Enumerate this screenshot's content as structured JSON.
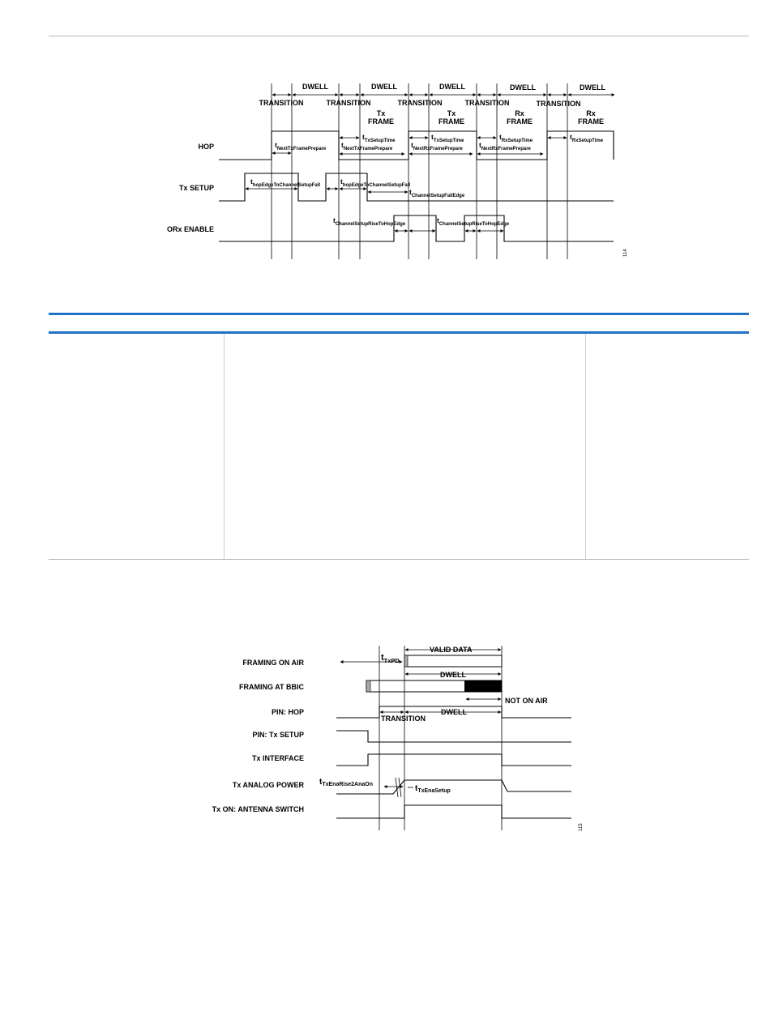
{
  "figure1": {
    "row_labels": {
      "hop": "HOP",
      "tx_setup": "Tx SETUP",
      "orx_enable": "ORx ENABLE"
    },
    "dwell": "DWELL",
    "transition": "TRANSITION",
    "tx_frame": [
      "Tx",
      "FRAME"
    ],
    "rx_frame": [
      "Rx",
      "FRAME"
    ],
    "timing": {
      "next_tx_frame_prepare": {
        "main": "t",
        "sub": "NextTxFramePrepare"
      },
      "tx_setup_time": {
        "main": "t",
        "sub": "TxSetupTime"
      },
      "next_rx_frame_prepare": {
        "main": "t",
        "sub": "NextRxFramePrepare"
      },
      "rx_setup_time": {
        "main": "t",
        "sub": "RxSetupTime"
      },
      "hop_edge_to_channel_setup_fall": {
        "main": "t",
        "sub": "hopEdgeToChannelSetupFall"
      },
      "channel_setup_fall_edge": {
        "main": "t",
        "sub": "ChannelSetupFallEdge"
      },
      "channel_setup_rise_to_hop_edge": {
        "main": "t",
        "sub": "ChannelSetupRiseToHopEdge"
      }
    },
    "figure_id": "114"
  },
  "figure2": {
    "row_labels": {
      "framing_on_air": "FRAMING ON AIR",
      "framing_at_bbic": "FRAMING AT BBIC",
      "pin_hop": "PIN: HOP",
      "pin_tx_setup": "PIN: Tx SETUP",
      "tx_interface": "Tx INTERFACE",
      "tx_analog_power": "Tx ANALOG POWER",
      "tx_on_antenna_switch": "Tx ON: ANTENNA SWITCH"
    },
    "valid_data": "VALID DATA",
    "dwell": "DWELL",
    "transition": "TRANSITION",
    "not_on_air": "NOT ON AIR",
    "t_txpd": {
      "main": "t",
      "sub": "TxPD"
    },
    "t_txena_rise": {
      "main": "t",
      "sub": "TxEnaRise2AnaOn"
    },
    "t_txena_setup": {
      "main": "t",
      "sub": "TxEnaSetup"
    },
    "figure_id": "115"
  }
}
